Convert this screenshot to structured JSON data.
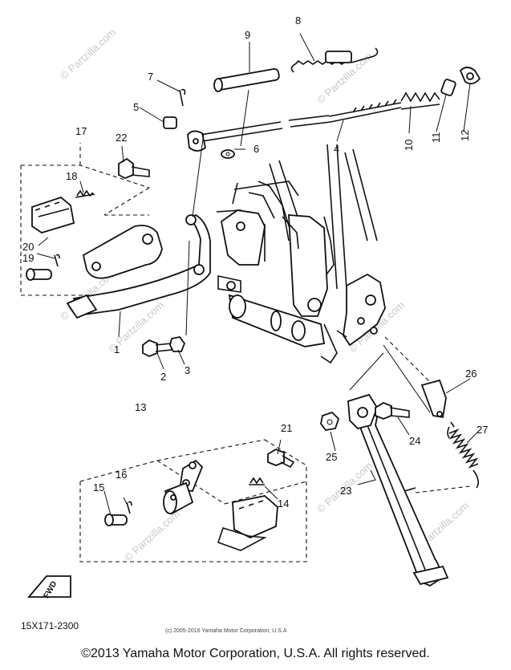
{
  "callouts": [
    {
      "id": "1",
      "text": "1"
    },
    {
      "id": "2",
      "text": "2"
    },
    {
      "id": "3",
      "text": "3"
    },
    {
      "id": "4",
      "text": "4"
    },
    {
      "id": "5",
      "text": "5"
    },
    {
      "id": "6",
      "text": "6"
    },
    {
      "id": "7",
      "text": "7"
    },
    {
      "id": "8",
      "text": "8"
    },
    {
      "id": "9",
      "text": "9"
    },
    {
      "id": "10",
      "text": "10"
    },
    {
      "id": "11",
      "text": "11"
    },
    {
      "id": "12",
      "text": "12"
    },
    {
      "id": "13",
      "text": "13"
    },
    {
      "id": "14",
      "text": "14"
    },
    {
      "id": "15",
      "text": "15"
    },
    {
      "id": "16",
      "text": "16"
    },
    {
      "id": "17",
      "text": "17"
    },
    {
      "id": "18",
      "text": "18"
    },
    {
      "id": "19",
      "text": "19"
    },
    {
      "id": "20",
      "text": "20"
    },
    {
      "id": "21",
      "text": "21"
    },
    {
      "id": "22",
      "text": "22"
    },
    {
      "id": "23",
      "text": "23"
    },
    {
      "id": "24",
      "text": "24"
    },
    {
      "id": "25",
      "text": "25"
    },
    {
      "id": "26",
      "text": "26"
    },
    {
      "id": "27",
      "text": "27"
    }
  ],
  "fwd_label": "FWD",
  "diagram_code": "15X171-2300",
  "small_copyright": "(c) 2005-2016 Yamaha Motor Corporation, U.S.A",
  "watermark": "© Partzilla.com",
  "copyright": "©2013 Yamaha Motor Corporation, U.S.A. All rights reserved."
}
